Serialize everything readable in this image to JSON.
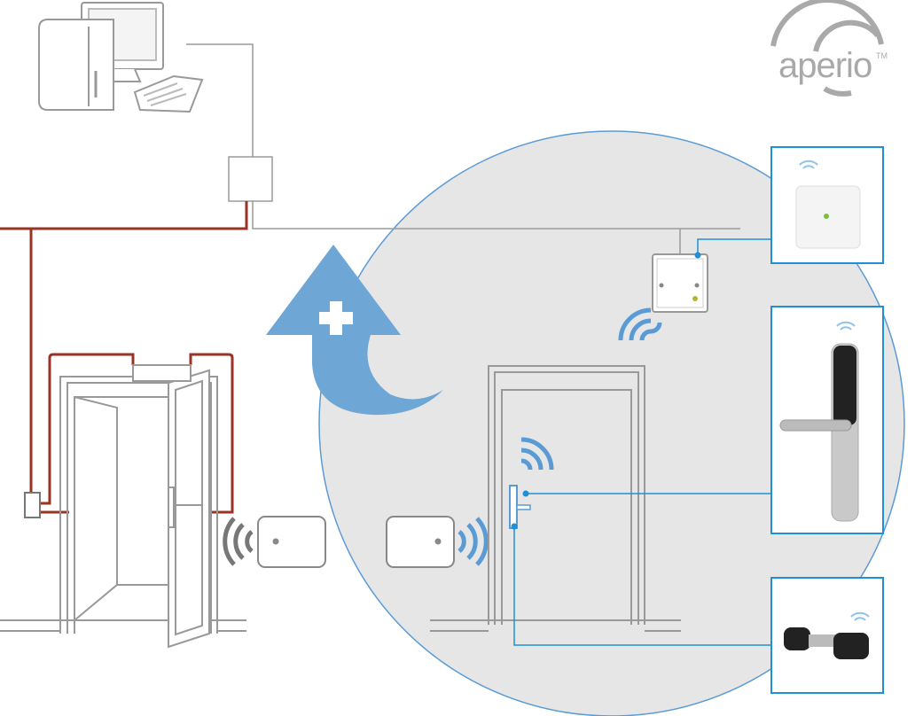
{
  "logo": {
    "text": "aperio",
    "trademark": "TM"
  },
  "colors": {
    "online_wiring": "#9a3324",
    "network": "#9a9a9a",
    "wireless": "#5b9bd5",
    "circle_fill": "#e6e6e6",
    "arrow": "#6ea6d6"
  },
  "icons": [
    "computer-icon",
    "keyboard-icon",
    "network-box-icon",
    "card-reader-icon",
    "door-closer-icon",
    "upgrade-arrow-icon",
    "plus-icon",
    "aperio-hub-icon",
    "wireless-wave-icon",
    "access-card-icon",
    "wall-reader-product",
    "escutcheon-lock-product",
    "cylinder-lock-product"
  ]
}
